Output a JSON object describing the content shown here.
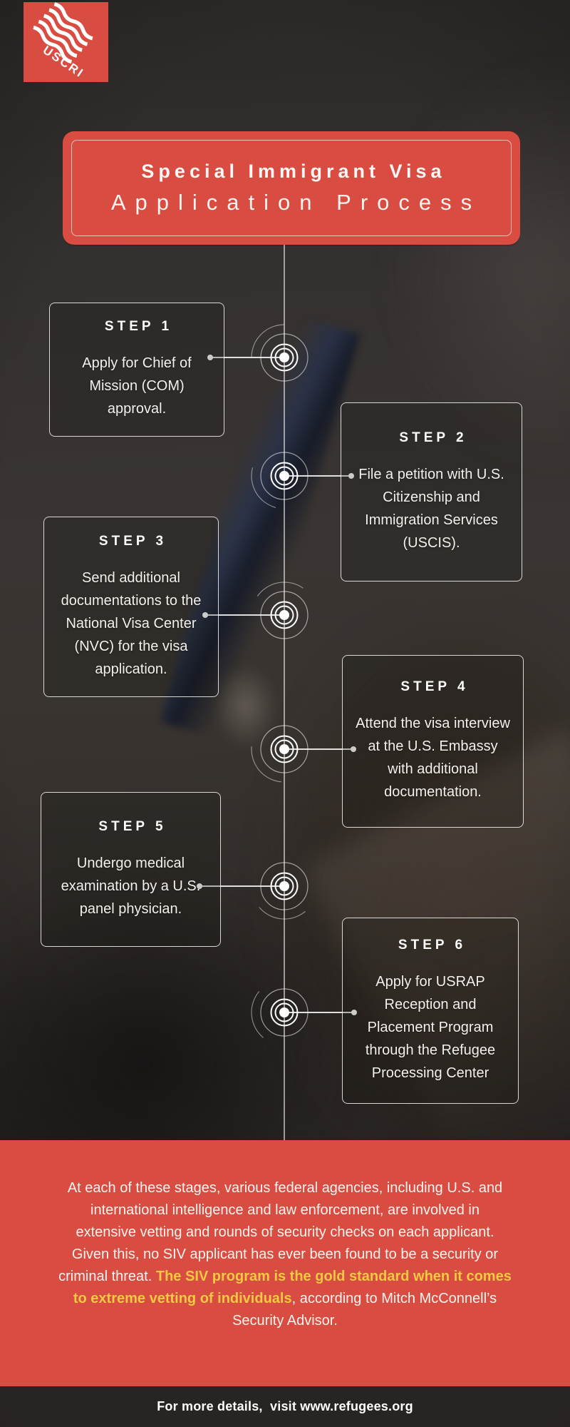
{
  "logo": {
    "text": "USCRI"
  },
  "banner": {
    "line1": "Special Immigrant Visa",
    "line2": "Application Process"
  },
  "steps": [
    {
      "label": "STEP 1",
      "description": "Apply for Chief of Mission (COM) approval."
    },
    {
      "label": "STEP 2",
      "description": "File a petition with U.S. Citizenship and Immigration Services (USCIS)."
    },
    {
      "label": "STEP 3",
      "description": "Send additional documentations to the National Visa Center (NVC) for the visa application."
    },
    {
      "label": "STEP 4",
      "description": "Attend the visa interview at the U.S. Embassy with additional documentation."
    },
    {
      "label": "STEP 5",
      "description": "Undergo medical examination by a U.S. panel physician."
    },
    {
      "label": "STEP 6",
      "description": "Apply for USRAP Reception and Placement Program through the Refugee Processing Center"
    }
  ],
  "note": {
    "text_before": "At each of these stages, various federal agencies, including U.S. and\ninternational intelligence and law enforcement, are involved in\nextensive vetting and rounds of security checks on each applicant.\nGiven this, no SIV applicant has ever been found to be a security or\ncriminal threat. ",
    "highlight": "The SIV program is the gold standard when it comes\nto extreme vetting of individuals",
    "text_after": ", according to Mitch McConnell’s\nSecurity Advisor."
  },
  "footer": {
    "text": "For more details,  visit www.refugees.org"
  },
  "colors": {
    "accent_red": "#d84c41",
    "highlight_yellow": "#f5c844",
    "background_dark": "#2e2b28",
    "text_white": "#f3f0ed"
  }
}
